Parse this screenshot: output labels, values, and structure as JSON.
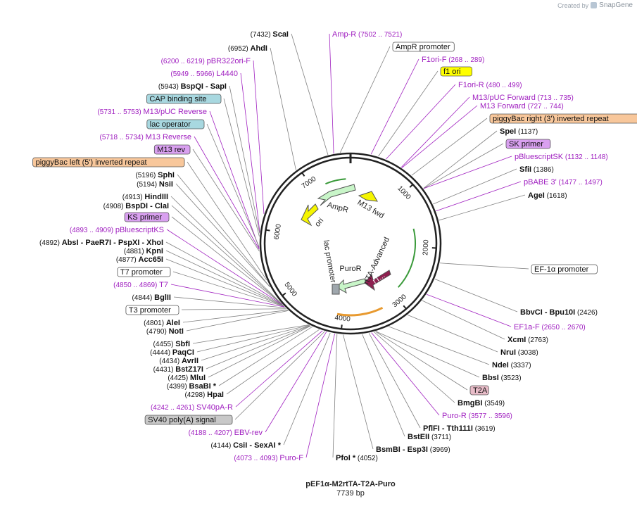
{
  "branding": {
    "created_by": "Created by",
    "product": "SnapGene"
  },
  "plasmid": {
    "name": "pEF1α-M2rtTA-T2A-Puro",
    "length_label": "7739 bp",
    "length": 7739
  },
  "colors": {
    "enzyme": "#000000",
    "primer": "#a020c0",
    "leader": "#808080",
    "primer_leader": "#a020c0",
    "ori": "#f5f500",
    "ampr": "#c8f5c8",
    "m13": "#d98c40",
    "tetreg": "#8e2050",
    "puror": "#c8f5c8",
    "polyA": "#9fa7ad",
    "promoter_line": "#ffffff",
    "f1ori_box": "#ffff00",
    "cap_box": "#a8d8e0",
    "lac_box": "#a8d8e0",
    "m13rev_box": "#d9a0f0",
    "ks_box": "#d9a0f0",
    "sk_box": "#d9a0f0",
    "piggy_box": "#f8c79b",
    "t2a_box": "#e8bcc8",
    "polyA_box": "#c8c8c8",
    "plain_box": "#ffffff"
  },
  "ticks": [
    "1000",
    "2000",
    "3000",
    "4000",
    "5000",
    "6000",
    "7000"
  ],
  "features": [
    {
      "name": "AmpR",
      "kind": "ampr"
    },
    {
      "name": "ori",
      "kind": "ori"
    },
    {
      "name": "M13 fwd",
      "kind": "label"
    },
    {
      "name": "lac promoter",
      "kind": "label"
    },
    {
      "name": "PuroR",
      "kind": "puror"
    },
    {
      "name": "rtTA-Advanced",
      "kind": "label"
    },
    {
      "name": "rT...",
      "kind": "tetreg"
    }
  ],
  "left_labels": [
    {
      "pos": "(7432)",
      "name": "ScaI",
      "type": "enzyme"
    },
    {
      "pos": "(6952)",
      "name": "AhdI",
      "type": "enzyme"
    },
    {
      "pos": "(6200 .. 6219)",
      "name": "pBR322ori-F",
      "type": "primer"
    },
    {
      "pos": "(5949 .. 5966)",
      "name": "L4440",
      "type": "primer"
    },
    {
      "pos": "(5943)",
      "name": "BspQI",
      "name2": "SapI",
      "type": "enzyme"
    },
    {
      "name": "CAP binding site",
      "type": "box",
      "box": "cap_box"
    },
    {
      "pos": "(5731 .. 5753)",
      "name": "M13/pUC Reverse",
      "type": "primer"
    },
    {
      "name": "lac operator",
      "type": "box",
      "box": "lac_box"
    },
    {
      "pos": "(5718 .. 5734)",
      "name": "M13 Reverse",
      "type": "primer"
    },
    {
      "name": "M13 rev",
      "type": "box",
      "box": "m13rev_box"
    },
    {
      "name": "piggyBac left (5') inverted repeat",
      "type": "box",
      "box": "piggy_box"
    },
    {
      "pos": "(5196)",
      "name": "SphI",
      "type": "enzyme"
    },
    {
      "pos": "(5194)",
      "name": "NsiI",
      "type": "enzyme"
    },
    {
      "pos": "(4913)",
      "name": "HindIII",
      "type": "enzyme"
    },
    {
      "pos": "(4908)",
      "name": "BspDI",
      "name2": "ClaI",
      "type": "enzyme"
    },
    {
      "name": "KS primer",
      "type": "box",
      "box": "ks_box"
    },
    {
      "pos": "(4893 .. 4909)",
      "name": "pBluescriptKS",
      "type": "primer"
    },
    {
      "pos": "(4892)",
      "name": "AbsI",
      "name2": "PaeR7I",
      "name3": "PspXI",
      "name4": "XhoI",
      "type": "enzyme"
    },
    {
      "pos": "(4881)",
      "name": "KpnI",
      "type": "enzyme"
    },
    {
      "pos": "(4877)",
      "name": "Acc65I",
      "type": "enzyme"
    },
    {
      "name": "T7 promoter",
      "type": "box",
      "box": "plain_box"
    },
    {
      "pos": "(4850 .. 4869)",
      "name": "T7",
      "type": "primer"
    },
    {
      "pos": "(4844)",
      "name": "BglII",
      "type": "enzyme"
    },
    {
      "name": "T3 promoter",
      "type": "box",
      "box": "plain_box"
    },
    {
      "pos": "(4801)",
      "name": "AleI",
      "type": "enzyme"
    },
    {
      "pos": "(4790)",
      "name": "NotI",
      "type": "enzyme"
    },
    {
      "pos": "(4455)",
      "name": "SbfI",
      "type": "enzyme"
    },
    {
      "pos": "(4444)",
      "name": "PaqCI",
      "type": "enzyme"
    },
    {
      "pos": "(4434)",
      "name": "AvrII",
      "type": "enzyme"
    },
    {
      "pos": "(4431)",
      "name": "BstZ17I",
      "type": "enzyme"
    },
    {
      "pos": "(4425)",
      "name": "MluI",
      "type": "enzyme"
    },
    {
      "pos": "(4399)",
      "name": "BsaBI *",
      "type": "enzyme"
    },
    {
      "pos": "(4298)",
      "name": "HpaI",
      "type": "enzyme"
    },
    {
      "pos": "(4242 .. 4261)",
      "name": "SV40pA-R",
      "type": "primer"
    },
    {
      "name": "SV40 poly(A) signal",
      "type": "box",
      "box": "polyA_box"
    },
    {
      "pos": "(4188 .. 4207)",
      "name": "EBV-rev",
      "type": "primer"
    },
    {
      "pos": "(4144)",
      "name": "CsiI",
      "name2": "SexAI *",
      "type": "enzyme"
    },
    {
      "pos": "(4073 .. 4093)",
      "name": "Puro-F",
      "type": "primer"
    }
  ],
  "right_labels": [
    {
      "name": "Amp-R",
      "pos": "(7502 .. 7521)",
      "type": "primer"
    },
    {
      "name": "AmpR promoter",
      "type": "box",
      "box": "plain_box"
    },
    {
      "name": "F1ori-F",
      "pos": "(268 .. 289)",
      "type": "primer"
    },
    {
      "name": "f1 ori",
      "type": "box",
      "box": "f1ori_box"
    },
    {
      "name": "F1ori-R",
      "pos": "(480 .. 499)",
      "type": "primer"
    },
    {
      "name": "M13/pUC Forward",
      "pos": "(713 .. 735)",
      "type": "primer"
    },
    {
      "name": "M13 Forward",
      "pos": "(727 .. 744)",
      "type": "primer"
    },
    {
      "name": "piggyBac right (3') inverted repeat",
      "type": "box",
      "box": "piggy_box"
    },
    {
      "name": "SpeI",
      "pos": "(1137)",
      "type": "enzyme"
    },
    {
      "name": "SK primer",
      "type": "box",
      "box": "sk_box"
    },
    {
      "name": "pBluescriptSK",
      "pos": "(1132 .. 1148)",
      "type": "primer"
    },
    {
      "name": "SfiI",
      "pos": "(1386)",
      "type": "enzyme"
    },
    {
      "name": "pBABE 3'",
      "pos": "(1477 .. 1497)",
      "type": "primer"
    },
    {
      "name": "AgeI",
      "pos": "(1618)",
      "type": "enzyme"
    },
    {
      "name": "EF-1α promoter",
      "type": "box",
      "box": "plain_box"
    },
    {
      "name": "BbvCI",
      "name2": "Bpu10I",
      "pos": "(2426)",
      "type": "enzyme"
    },
    {
      "name": "EF1a-F",
      "pos": "(2650 .. 2670)",
      "type": "primer"
    },
    {
      "name": "XcmI",
      "pos": "(2763)",
      "type": "enzyme"
    },
    {
      "name": "NruI",
      "pos": "(3038)",
      "type": "enzyme"
    },
    {
      "name": "NdeI",
      "pos": "(3337)",
      "type": "enzyme"
    },
    {
      "name": "BbsI",
      "pos": "(3523)",
      "type": "enzyme"
    },
    {
      "name": "T2A",
      "type": "box",
      "box": "t2a_box"
    },
    {
      "name": "BmgBI",
      "pos": "(3549)",
      "type": "enzyme"
    },
    {
      "name": "Puro-R",
      "pos": "(3577 .. 3596)",
      "type": "primer"
    },
    {
      "name": "PflFI",
      "name2": "Tth111I",
      "pos": "(3619)",
      "type": "enzyme"
    },
    {
      "name": "BstEII",
      "pos": "(3711)",
      "type": "enzyme"
    },
    {
      "name": "BsmBI",
      "name2": "Esp3I",
      "pos": "(3969)",
      "type": "enzyme"
    },
    {
      "name": "PfoI *",
      "pos": "(4052)",
      "type": "enzyme"
    }
  ]
}
